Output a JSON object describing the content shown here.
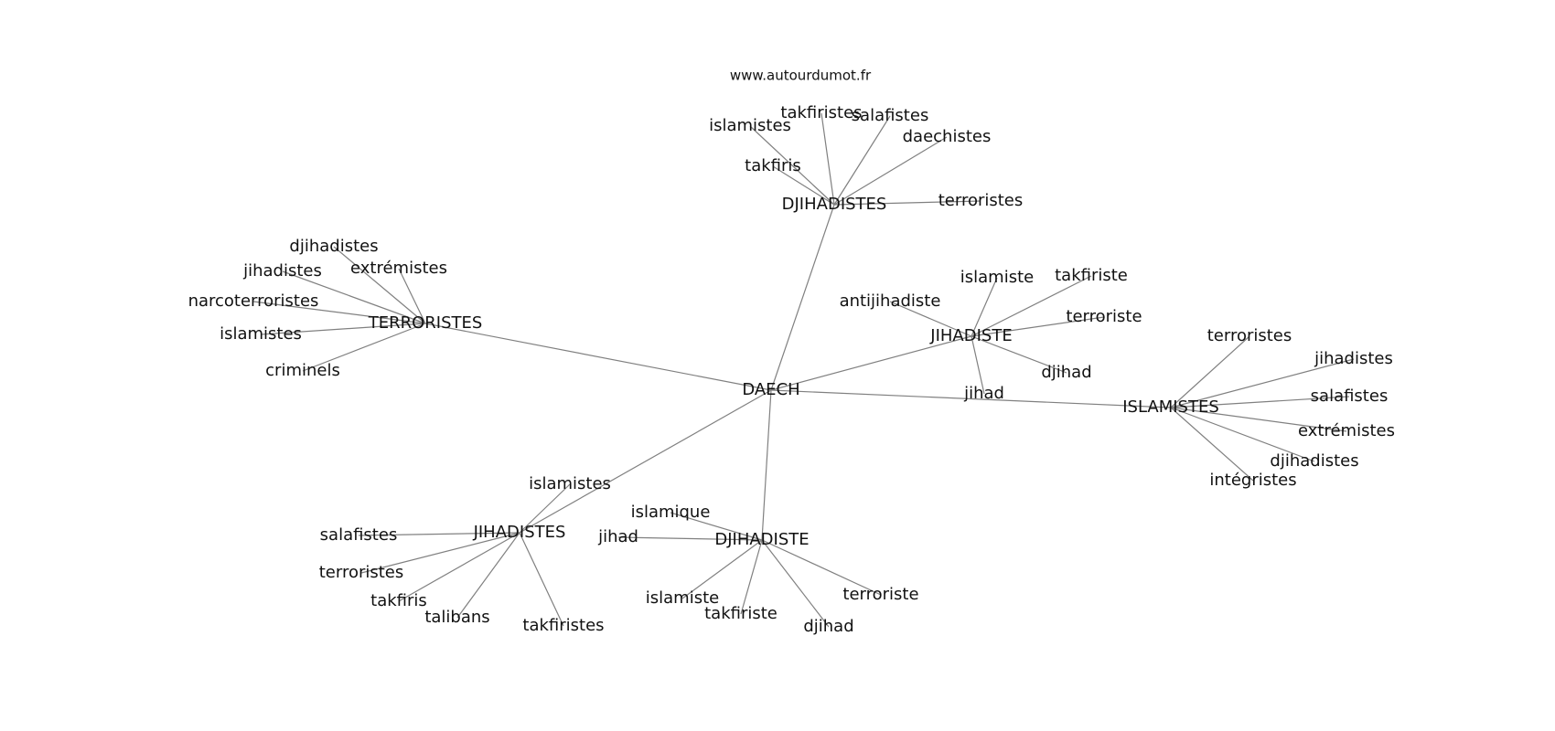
{
  "site": "www.autourdumot.fr",
  "center": "DAECH",
  "hubs": [
    {
      "label": "DJIHADISTES",
      "neighbors": [
        "islamistes",
        "takfiristes",
        "salafistes",
        "daechistes",
        "takfiris",
        "terroristes"
      ]
    },
    {
      "label": "TERRORISTES",
      "neighbors": [
        "djihadistes",
        "jihadistes",
        "extrémistes",
        "narcoterroristes",
        "islamistes",
        "criminels"
      ]
    },
    {
      "label": "JIHADISTE",
      "neighbors": [
        "islamiste",
        "takfiriste",
        "antijihadiste",
        "terroriste",
        "djihad",
        "jihad"
      ]
    },
    {
      "label": "ISLAMISTES",
      "neighbors": [
        "terroristes",
        "jihadistes",
        "salafistes",
        "extrémistes",
        "djihadistes",
        "intégristes"
      ]
    },
    {
      "label": "JIHADISTES",
      "neighbors": [
        "islamistes",
        "salafistes",
        "terroristes",
        "takfiris",
        "talibans",
        "takfiristes"
      ]
    },
    {
      "label": "DJIHADISTE",
      "neighbors": [
        "islamique",
        "jihad",
        "islamiste",
        "takfiriste",
        "djihad",
        "terroriste"
      ]
    }
  ]
}
